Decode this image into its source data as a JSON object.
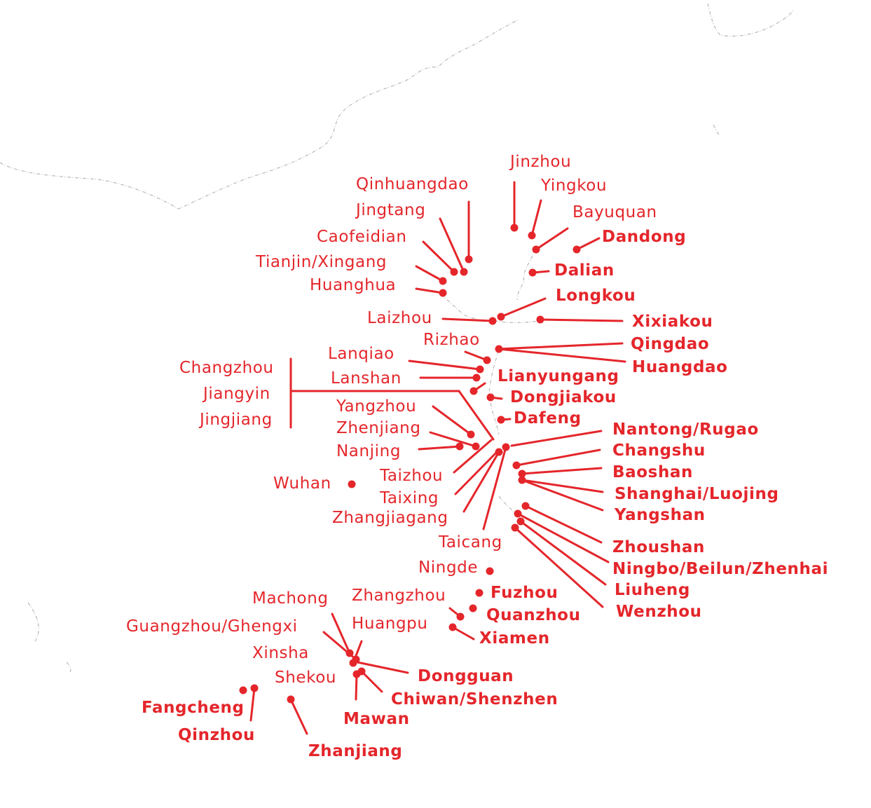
{
  "colors": {
    "accent": "#e4262b",
    "background": "#ffffff",
    "coastline": "#bbbbbb"
  },
  "ports": [
    {
      "id": "jinzhou",
      "label": "Jinzhou"
    },
    {
      "id": "yingkou",
      "label": "Yingkou"
    },
    {
      "id": "bayuquan",
      "label": "Bayuquan"
    },
    {
      "id": "dandong",
      "label": "Dandong"
    },
    {
      "id": "dalian",
      "label": "Dalian"
    },
    {
      "id": "longkou",
      "label": "Longkou"
    },
    {
      "id": "xixiakou",
      "label": "Xixiakou"
    },
    {
      "id": "qingdao",
      "label": "Qingdao"
    },
    {
      "id": "huangdao",
      "label": "Huangdao"
    },
    {
      "id": "qinhuangdao",
      "label": "Qinhuangdao"
    },
    {
      "id": "jingtang",
      "label": "Jingtang"
    },
    {
      "id": "caofeidian",
      "label": "Caofeidian"
    },
    {
      "id": "tianjin",
      "label": "Tianjin/Xingang"
    },
    {
      "id": "huanghua",
      "label": "Huanghua"
    },
    {
      "id": "laizhou",
      "label": "Laizhou"
    },
    {
      "id": "rizhao",
      "label": "Rizhao"
    },
    {
      "id": "lanqiao",
      "label": "Lanqiao"
    },
    {
      "id": "lanshan",
      "label": "Lanshan"
    },
    {
      "id": "lianyungang",
      "label": "Lianyungang"
    },
    {
      "id": "dongjiakou",
      "label": "Dongjiakou"
    },
    {
      "id": "dafeng",
      "label": "Dafeng"
    },
    {
      "id": "changzhou",
      "label": "Changzhou"
    },
    {
      "id": "jiangyin",
      "label": "Jiangyin"
    },
    {
      "id": "jingjiang",
      "label": "Jingjiang"
    },
    {
      "id": "yangzhou",
      "label": "Yangzhou"
    },
    {
      "id": "zhenjiang",
      "label": "Zhenjiang"
    },
    {
      "id": "nanjing",
      "label": "Nanjing"
    },
    {
      "id": "wuhan",
      "label": "Wuhan"
    },
    {
      "id": "taizhou",
      "label": "Taizhou"
    },
    {
      "id": "taixing",
      "label": "Taixing"
    },
    {
      "id": "zhangjiagang",
      "label": "Zhangjiagang"
    },
    {
      "id": "taicang",
      "label": "Taicang"
    },
    {
      "id": "nantong",
      "label": "Nantong/Rugao"
    },
    {
      "id": "changshu",
      "label": "Changshu"
    },
    {
      "id": "baoshan",
      "label": "Baoshan"
    },
    {
      "id": "shanghai",
      "label": "Shanghai/Luojing"
    },
    {
      "id": "yangshan",
      "label": "Yangshan"
    },
    {
      "id": "zhoushan",
      "label": "Zhoushan"
    },
    {
      "id": "ningbo",
      "label": "Ningbo/Beilun/Zhenhai"
    },
    {
      "id": "liuheng",
      "label": "Liuheng"
    },
    {
      "id": "wenzhou",
      "label": "Wenzhou"
    },
    {
      "id": "ningde",
      "label": "Ningde"
    },
    {
      "id": "fuzhou",
      "label": "Fuzhou"
    },
    {
      "id": "zhangzhou",
      "label": "Zhangzhou"
    },
    {
      "id": "quanzhou",
      "label": "Quanzhou"
    },
    {
      "id": "huangpu",
      "label": "Huangpu"
    },
    {
      "id": "xiamen",
      "label": "Xiamen"
    },
    {
      "id": "machong",
      "label": "Machong"
    },
    {
      "id": "guangzhou",
      "label": "Guangzhou/Ghengxi"
    },
    {
      "id": "xinsha",
      "label": "Xinsha"
    },
    {
      "id": "dongguan",
      "label": "Dongguan"
    },
    {
      "id": "shekou",
      "label": "Shekou"
    },
    {
      "id": "chiwan",
      "label": "Chiwan/Shenzhen"
    },
    {
      "id": "mawan",
      "label": "Mawan"
    },
    {
      "id": "fangcheng",
      "label": "Fangcheng"
    },
    {
      "id": "qinzhou",
      "label": "Qinzhou"
    },
    {
      "id": "zhanjiang",
      "label": "Zhanjiang"
    }
  ]
}
